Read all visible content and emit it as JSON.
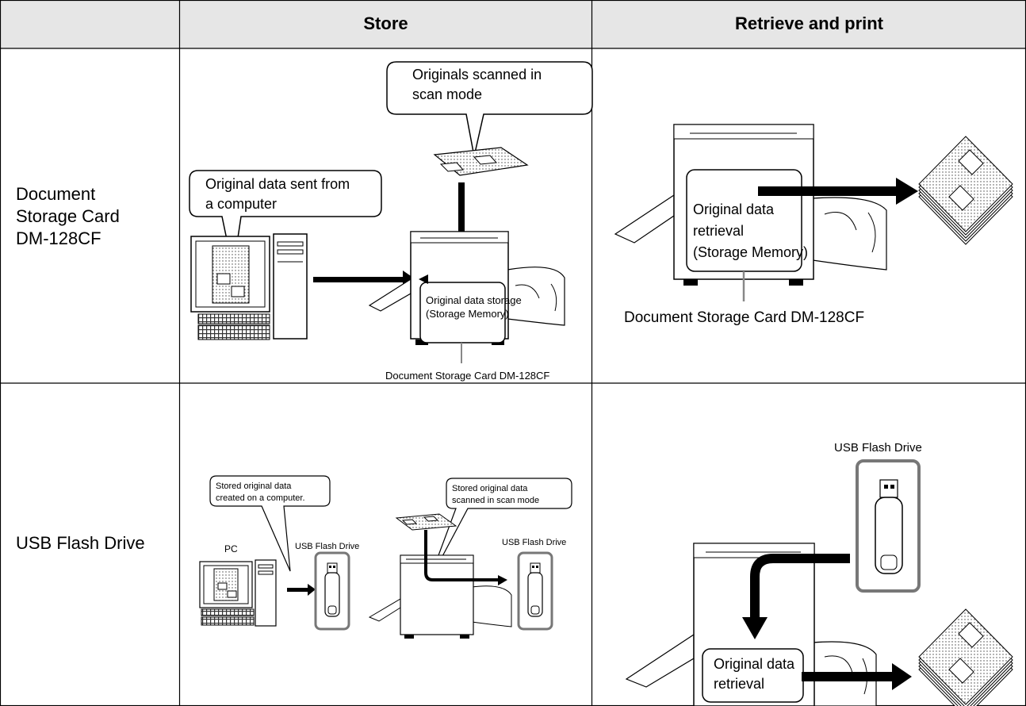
{
  "table": {
    "headers": [
      "",
      "Store",
      "Retrieve and print"
    ],
    "rows": [
      {
        "label_lines": [
          "Document",
          "Storage Card",
          "DM-128CF"
        ]
      },
      {
        "label_lines": [
          "USB Flash Drive"
        ]
      }
    ]
  },
  "card_store": {
    "scan_callout": [
      "Originals scanned in",
      "scan mode"
    ],
    "pc_callout": [
      "Original data sent from",
      "a computer"
    ],
    "storage_box": [
      "Original data storage",
      "(Storage Memory)"
    ],
    "caption": "Document Storage Card DM-128CF"
  },
  "card_retrieve": {
    "box": [
      "Original data",
      "retrieval",
      "(Storage Memory)"
    ],
    "caption": "Document Storage Card DM-128CF"
  },
  "usb_store": {
    "pc_callout": [
      "Stored original data",
      "created on a computer."
    ],
    "scan_callout": [
      "Stored original data",
      "scanned in scan mode"
    ],
    "pc_label": "PC",
    "usb_label_1": "USB Flash Drive",
    "usb_label_2": "USB Flash Drive"
  },
  "usb_retrieve": {
    "usb_label": "USB Flash Drive",
    "box": [
      "Original data",
      "retrieval"
    ]
  }
}
